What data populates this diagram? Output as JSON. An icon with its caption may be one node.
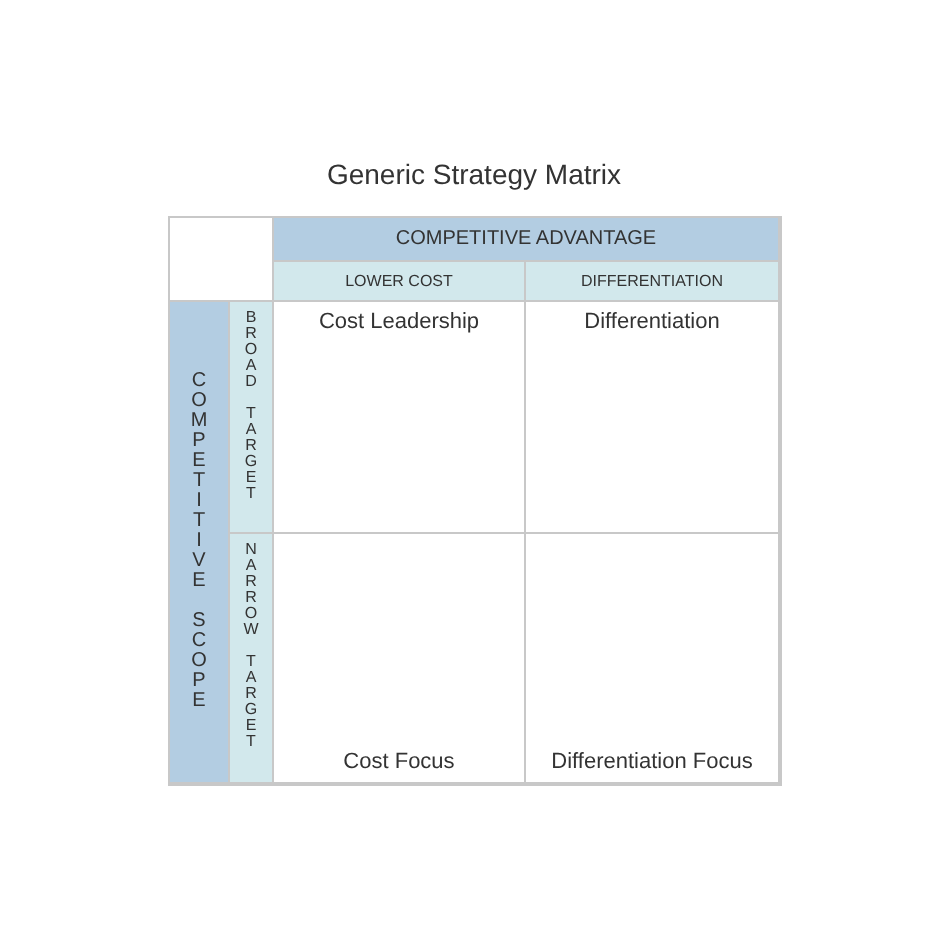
{
  "diagram": {
    "title": "Generic Strategy Matrix",
    "nodes": [
      {
        "text": [
          "COMPETITIVE ADVANTAGE"
        ]
      },
      {
        "text": [
          "LOWER COST"
        ]
      },
      {
        "text": [
          "DIFFERENTIATION"
        ]
      },
      {
        "text": [
          "COMPETITIVE SCOPE"
        ]
      },
      {
        "text": [
          "BROAD TARGET"
        ]
      },
      {
        "text": [
          "Cost Leadership"
        ]
      },
      {
        "text": [
          "Differentiation"
        ]
      },
      {
        "text": [
          "NARROW TARGET"
        ]
      },
      {
        "text": [
          "Cost Focus"
        ]
      },
      {
        "text": [
          "Differentiation Focus"
        ]
      }
    ],
    "edges": []
  }
}
